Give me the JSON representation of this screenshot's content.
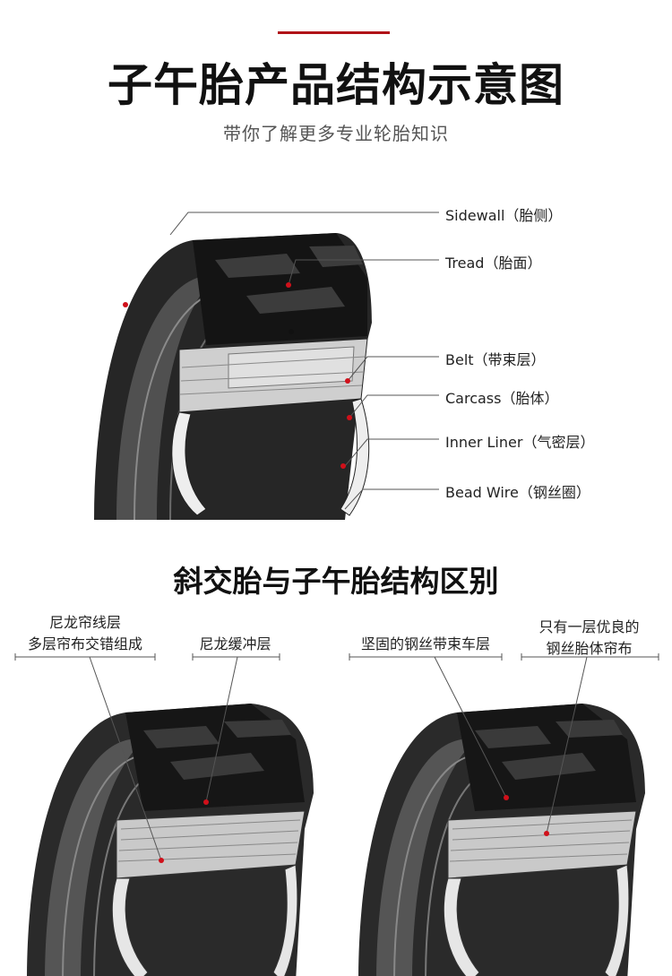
{
  "header": {
    "title": "子午胎产品结构示意图",
    "subtitle": "带你了解更多专业轮胎知识",
    "accent_color": "#b01218"
  },
  "radial_diagram": {
    "labels": [
      {
        "en": "Sidewall",
        "zh": "（胎侧）"
      },
      {
        "en": "Tread",
        "zh": "（胎面）"
      },
      {
        "en": "Belt",
        "zh": "（带束层）"
      },
      {
        "en": "Carcass",
        "zh": "（胎体）"
      },
      {
        "en": "Inner Liner",
        "zh": "（气密层）"
      },
      {
        "en": "Bead Wire",
        "zh": "（钢丝圈）"
      }
    ]
  },
  "comparison": {
    "title": "斜交胎与子午胎结构区别",
    "bias": {
      "label1_line1": "尼龙帘线层",
      "label1_line2": "多层帘布交错组成",
      "label2": "尼龙缓冲层"
    },
    "radial": {
      "label1": "坚固的钢丝带束车层",
      "label2_line1": "只有一层优良的",
      "label2_line2": "钢丝胎体帘布"
    }
  }
}
